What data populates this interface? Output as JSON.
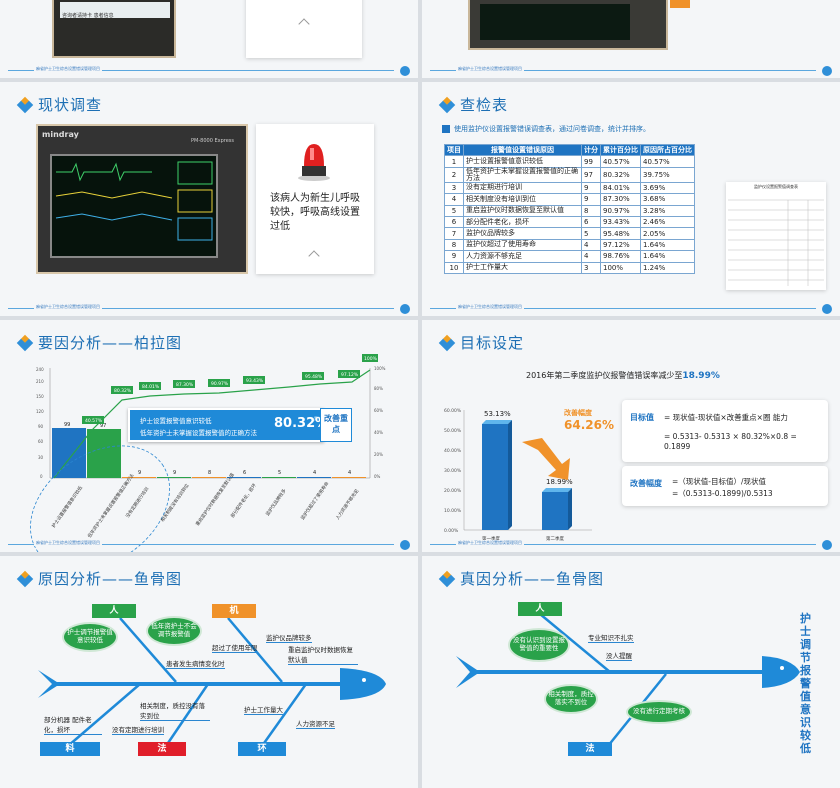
{
  "footer_text": "麻省护士卫生综合设置错误管理项目",
  "slide1": {
    "screen_text": "咨询者请持卡 患者信息"
  },
  "slide3": {
    "title": "现状调查",
    "monitor_brand": "mindray",
    "monitor_model": "PM-8000 Express",
    "note": "该病人为新生儿呼吸较快，呼吸高线设置过低"
  },
  "slide4": {
    "title": "查检表",
    "intro": "使用监护仪设置报警错误调查表，通过问卷调查，统计并排序。",
    "headers": [
      "项目",
      "报警值设置错误原因",
      "计分",
      "累计百分比",
      "原因所占百分比"
    ],
    "rows": [
      [
        "1",
        "护士设置报警值意识较低",
        "99",
        "40.57%",
        "40.57%"
      ],
      [
        "2",
        "低年资护士未掌握设置报警值的正确方法",
        "97",
        "80.32%",
        "39.75%"
      ],
      [
        "3",
        "没有定期进行培训",
        "9",
        "84.01%",
        "3.69%"
      ],
      [
        "4",
        "相关制度没有培训到位",
        "9",
        "87.30%",
        "3.68%"
      ],
      [
        "5",
        "重启监护仪时数据恢复至默认值",
        "8",
        "90.97%",
        "3.28%"
      ],
      [
        "6",
        "部分配件老化，损坏",
        "6",
        "93.43%",
        "2.46%"
      ],
      [
        "7",
        "监护仪品牌较多",
        "5",
        "95.48%",
        "2.05%"
      ],
      [
        "8",
        "监护仪超过了使用寿命",
        "4",
        "97.12%",
        "1.64%"
      ],
      [
        "9",
        "人力资源不够充足",
        "4",
        "98.76%",
        "1.64%"
      ],
      [
        "10",
        "护士工作量大",
        "3",
        "100%",
        "1.24%"
      ]
    ],
    "mini_title": "监护仪设置报警值调查表"
  },
  "slide5": {
    "title": "要因分析——柏拉图",
    "legend1": "护士设置报警值意识较低",
    "legend2": "低年资护士未掌握设置报警值的正确方法",
    "pct": "80.32%",
    "pct_suffix": "累计",
    "tag": "改善重点"
  },
  "slide6": {
    "title": "目标设定",
    "headline": "2016年第二季度监护仪报警值错误率减少至",
    "headline_val": "18.99%",
    "improve_label": "改善幅度",
    "improve_val": "64.26%",
    "target_label": "目标值",
    "target_formula": "= 现状值-现状值×改善重点×圈 能力",
    "target_calc": "= 0.5313- 0.5313 × 80.32%×0.8 = 0.1899",
    "range_label": "改善幅度",
    "range_formula": "=（现状值-目标值）/现状值",
    "range_calc": "=（0.5313-0.1899)/0.5313"
  },
  "slide7": {
    "title": "原因分析——鱼骨图",
    "cats": [
      "人",
      "机",
      "料",
      "法",
      "环"
    ],
    "ovals": [
      "护士调节报警值意识较低",
      "低年资护士不会调节报警值"
    ],
    "labels": [
      "患者发生病情变化时",
      "超过了使用年限",
      "监护仪品牌较多",
      "重启监护仪时数据恢复默认值",
      "部分机器 配件老化，损坏",
      "相关制度，质控没有落实到位",
      "没有定期进行培训",
      "护士工作量大",
      "人力资源不足"
    ]
  },
  "slide8": {
    "title": "真因分析——鱼骨图",
    "cats": [
      "人",
      "法"
    ],
    "ovals": [
      "没有认识到设置报警值的重要性",
      "相关制度，质控落实不到位",
      "没有进行定期考核"
    ],
    "labels": [
      "专业知识不扎实",
      "没人提醒"
    ],
    "head_text": "护士调节报警值意识较低"
  }
}
